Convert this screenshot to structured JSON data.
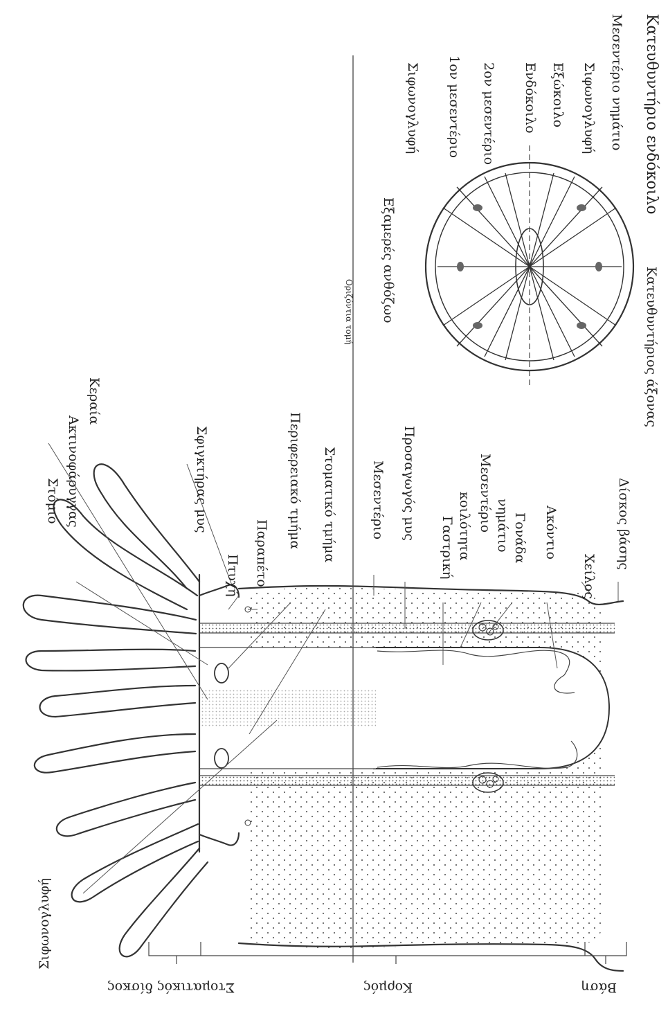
{
  "figure": {
    "labels": {
      "siphonoglyph": "Σιφωνογλυφή",
      "stomio": "Στόμιο",
      "actinopharynx": "Ακτινοφάρυγγας",
      "tentacle": "Κεραία",
      "sphincter": "Σφιγκτήρας μυς",
      "fold": "Πτυχή",
      "parapet": "Παραπέτο",
      "peripheral_part": "Περιφερειακό τμήμα",
      "oral_part": "Στοματικό τμήμα",
      "mesentery": "Μεσεντέριο",
      "retractor": "Προσαγωγός μυς",
      "gastric_1": "Γαστρική",
      "gastric_2": "κοιλότητα",
      "mes_filament_1": "Μεσεντέριο",
      "mes_filament_2": "νημάτιο",
      "gonad": "Γονάδα",
      "acontium": "Ακόντιο",
      "lip": "Χείλος",
      "basal_disc": "Δίσκος βάσης",
      "horizontal_section": "Οριζόντια τομή",
      "hexamerous": "Εξαμερές ανθόζωο",
      "directive_axis": "Κατευθυντήριος άξονας"
    },
    "cross_section": {
      "siphonoglyph_a": "Σιφωνογλυφή",
      "first_mesentery": "1ον μεσεντέριο",
      "second_mesentery": "2ον μεσεντέριο",
      "endocoel": "Ενδόκοιλο",
      "exocoel": "Εξώκοιλο",
      "siphonoglyph_b": "Σιφωνογλυφή",
      "mesentery_filament": "Μεσεντέριο νημάτιο",
      "directive_endocoel": "Κατευθυντήριο ενδόκοιλο"
    },
    "regions": {
      "oral_disc": "Στοματικός δίσκος",
      "body": "Κορμός",
      "base": "Βάση"
    }
  }
}
